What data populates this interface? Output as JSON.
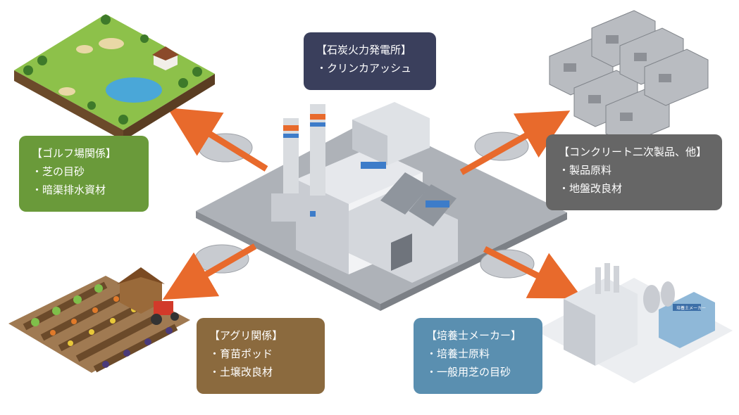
{
  "colors": {
    "plant": "#3a3f5c",
    "golf": "#6a9a3a",
    "concrete": "#666666",
    "agri": "#8b6a3e",
    "soil": "#5a8fb0",
    "arrow": "#e86a2c"
  },
  "boxes": {
    "plant": {
      "title": "【石炭火力発電所】",
      "items": [
        "・クリンカアッシュ"
      ]
    },
    "golf": {
      "title": "【ゴルフ場関係】",
      "items": [
        "・芝の目砂",
        "・暗渠排水資材"
      ]
    },
    "concrete": {
      "title": "【コンクリート二次製品、他】",
      "items": [
        "・製品原料",
        "・地盤改良材"
      ]
    },
    "agri": {
      "title": "【アグリ関係】",
      "items": [
        "・育苗ポッド",
        "・土壌改良材"
      ]
    },
    "soil": {
      "title": "【培養士メーカー】",
      "items": [
        "・培養士原料",
        "・一般用芝の目砂"
      ]
    }
  },
  "factory_sign": "培養土メーカー"
}
